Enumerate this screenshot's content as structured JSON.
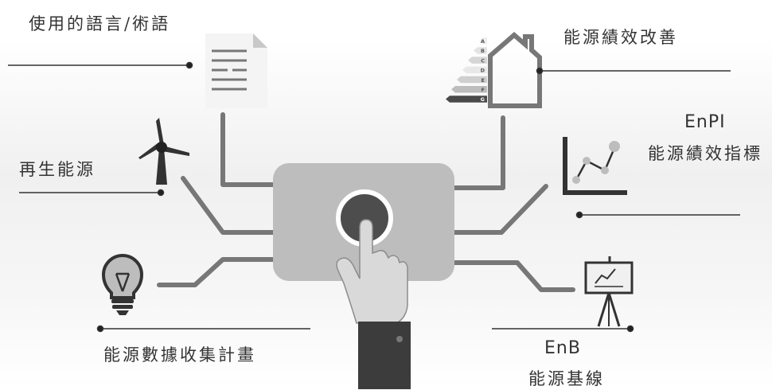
{
  "labels": {
    "terminology": "使用的語言/術語",
    "energy_performance_improvement": "能源績效改善",
    "renewable_energy": "再生能源",
    "enpi_code": "EnPI",
    "enpi_text": "能源績效指標",
    "data_collection_plan": "能源數據收集計畫",
    "enb_code": "EnB",
    "enb_text": "能源基線"
  },
  "energy_rating_classes": [
    "A",
    "B",
    "C",
    "D",
    "E",
    "F",
    "G"
  ],
  "colors": {
    "line_dark": "#333333",
    "circuit_gray": "#777777",
    "panel_gray": "#bdbdbd",
    "button_dark": "#4d4d4d",
    "hand_light": "#d9d9d9",
    "sleeve_dark": "#3c3c3c"
  }
}
